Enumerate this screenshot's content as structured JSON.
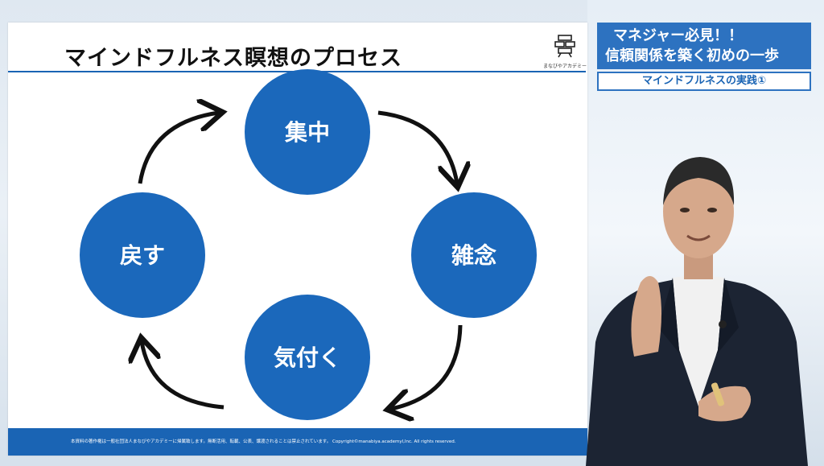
{
  "slide": {
    "title": "マインドフルネス瞑想のプロセス",
    "logo_text": "まなびやアカデミー",
    "cycle": {
      "nodes": [
        {
          "id": "focus",
          "label": "集中"
        },
        {
          "id": "wander",
          "label": "雑念"
        },
        {
          "id": "notice",
          "label": "気付く"
        },
        {
          "id": "return",
          "label": "戻す"
        }
      ]
    },
    "footer": "本資料の著作権は一般社団法人まなびやアカデミーに帰属致します。無断活用、転載、公表、譲渡されることは禁止されています。 Copyright©manabiya.academyl,Inc.    All   rights   reserved."
  },
  "caption": {
    "line1": "マネジャー必見！！",
    "line2": "信頼関係を築く初めの一歩",
    "sub": "マインドフルネスの実践①"
  },
  "colors": {
    "accent": "#1a64b4",
    "circle": "#1b68bb",
    "caption_bg": "#2d72c0",
    "suit": "#1c2433"
  }
}
